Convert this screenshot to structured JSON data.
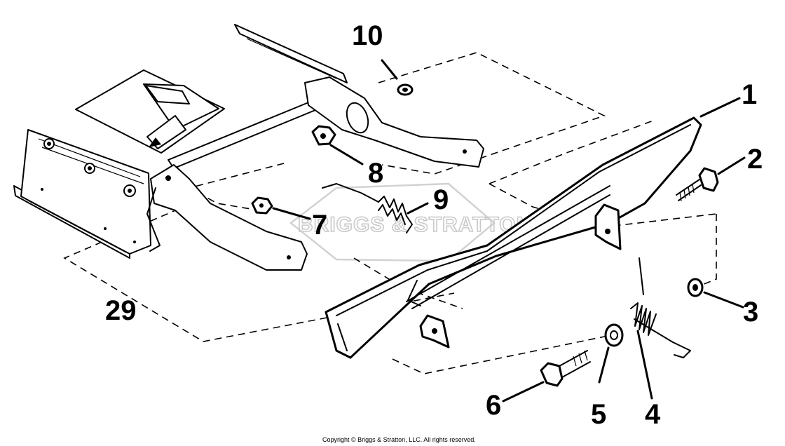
{
  "diagram": {
    "callouts": [
      "1",
      "2",
      "3",
      "4",
      "5",
      "6",
      "7",
      "8",
      "9",
      "10",
      "29"
    ],
    "watermark": "BRIGGS & STRATTON",
    "copyright": "Copyright © Briggs & Stratton, LLC. All rights reserved."
  }
}
